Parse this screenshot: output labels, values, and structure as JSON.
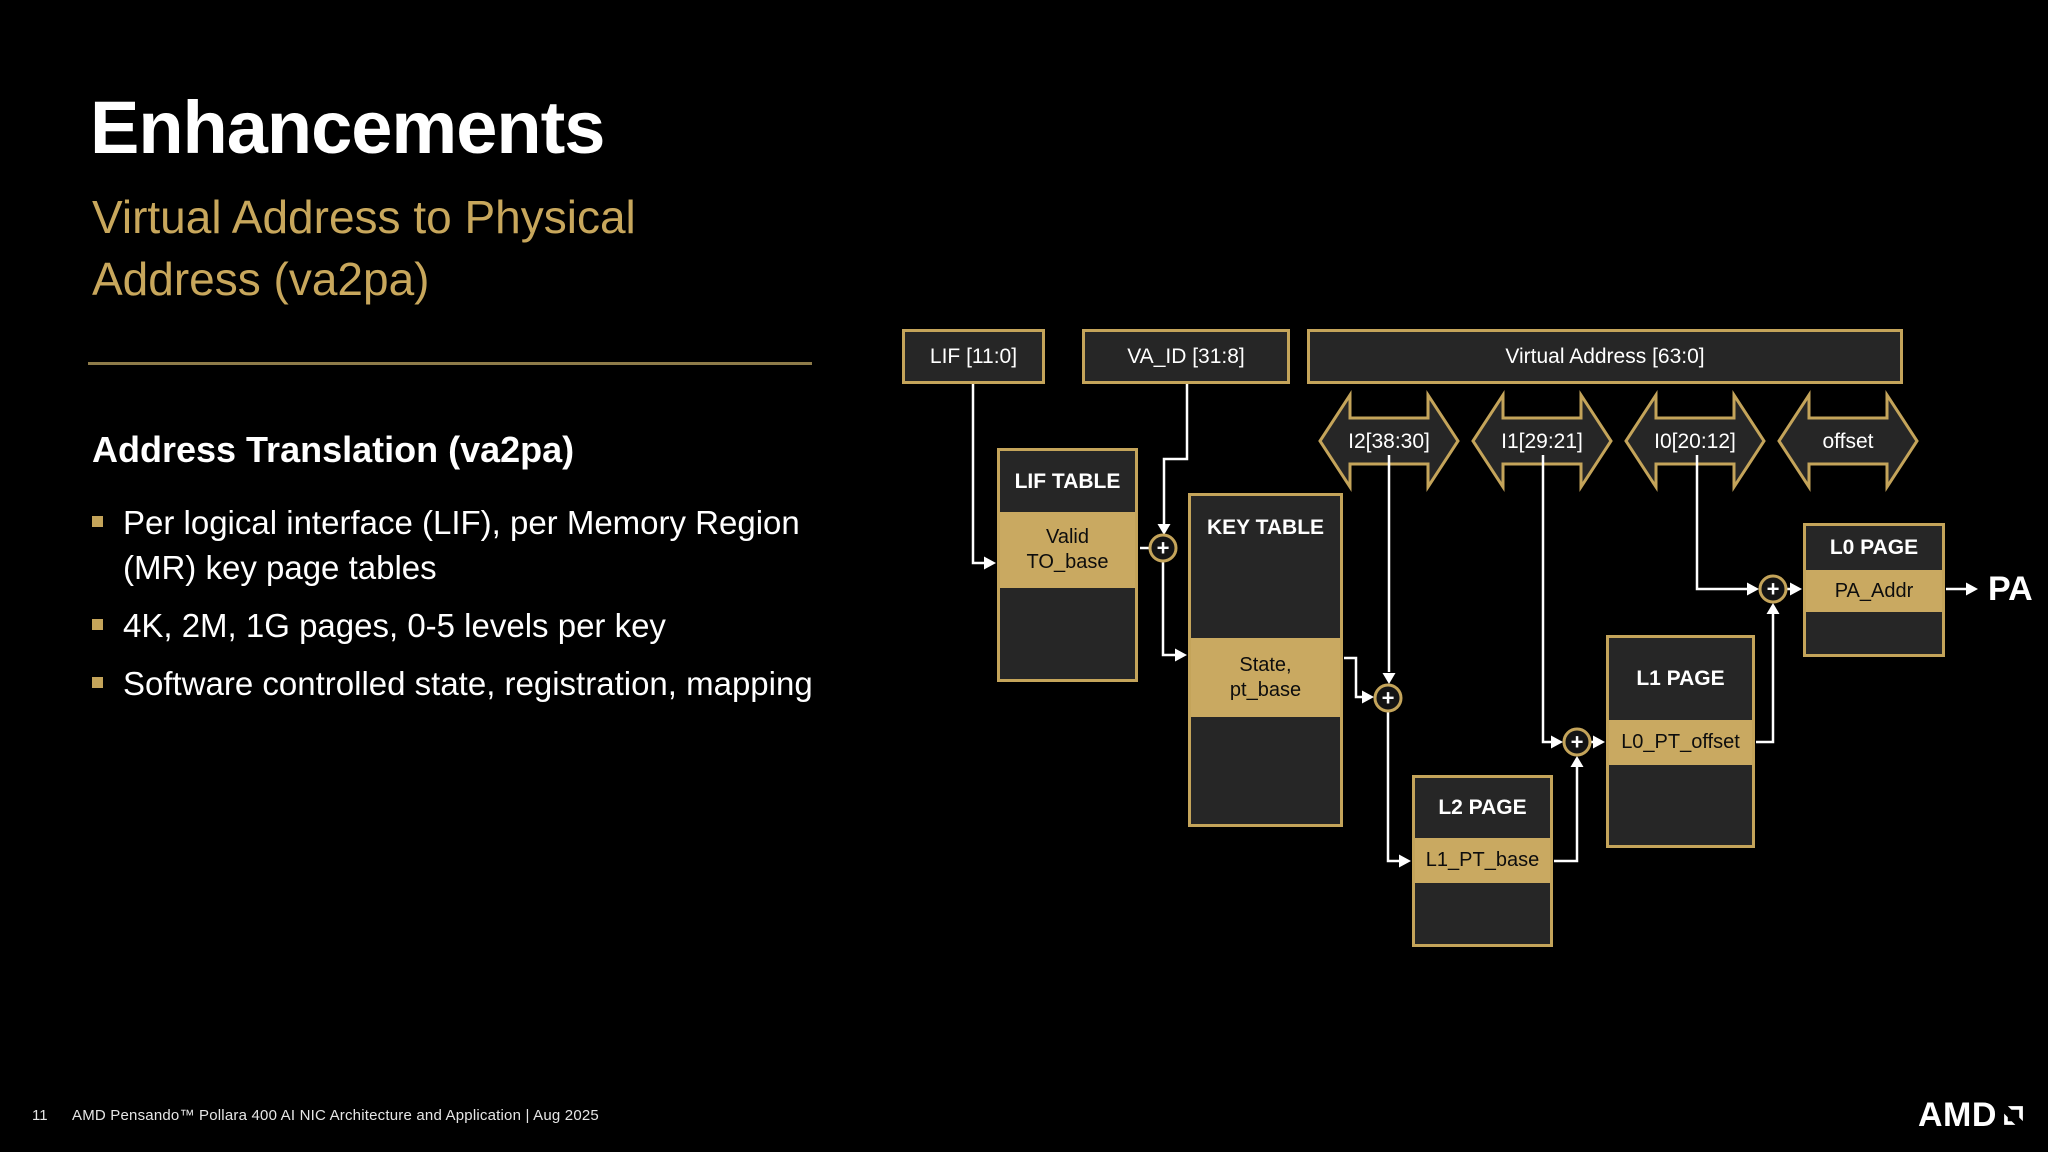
{
  "slide": {
    "title": "Enhancements",
    "subtitle": "Virtual Address to Physical Address (va2pa)",
    "heading": "Address Translation (va2pa)",
    "bullets": [
      "Per logical interface (LIF), per Memory Region (MR) key page tables",
      "4K, 2M, 1G pages, 0-5 levels per key",
      "Software controlled state, registration, mapping"
    ]
  },
  "diagram": {
    "fields": {
      "lif": "LIF [11:0]",
      "va_id": "VA_ID [31:8]",
      "va": "Virtual Address [63:0]"
    },
    "selectors": [
      "I2[38:30]",
      "I1[29:21]",
      "I0[20:12]",
      "offset"
    ],
    "tables": {
      "lif_table": {
        "title": "LIF TABLE",
        "entry": "Valid\nTO_base"
      },
      "key_table": {
        "title": "KEY TABLE",
        "entry": "State,\npt_base"
      },
      "l2_page": {
        "title": "L2 PAGE",
        "entry": "L1_PT_base"
      },
      "l1_page": {
        "title": "L1 PAGE",
        "entry": "L0_PT_offset"
      },
      "l0_page": {
        "title": "L0 PAGE",
        "entry": "PA_Addr"
      }
    },
    "adder_symbol": "+",
    "pa_label": "PA",
    "colors": {
      "gold": "#C4A45A",
      "gold_band": "#C9A961",
      "box_fill": "#262626",
      "wire": "#FFFFFF"
    }
  },
  "footer": {
    "page_number": "11",
    "text": "AMD Pensando™ Pollara 400 AI NIC Architecture and Application  |  Aug 2025",
    "logo_text": "AMD"
  }
}
